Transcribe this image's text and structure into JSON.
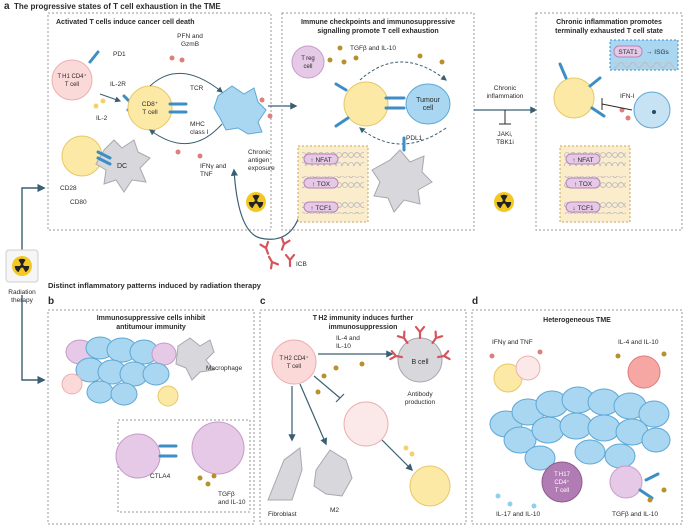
{
  "panel_a": {
    "letter": "a",
    "heading": "The progressive states of T cell exhaustion in the TME",
    "box1": {
      "title": "Activated T cells induce cancer cell death",
      "pd1": "PD1",
      "th1_line1": "T H1 CD4⁺",
      "th1_line2": "T cell",
      "il2r": "IL-2R",
      "il2": "IL-2",
      "cd8_line1": "CD8⁺",
      "cd8_line2": "T cell",
      "pfn_line1": "PFN and",
      "pfn_line2": "GzmB",
      "tcr": "TCR",
      "mhc_line1": "MHC",
      "mhc_line2": "class I",
      "ifng_line1": "IFNγ and",
      "ifng_line2": "TNF",
      "dc": "DC",
      "cd28": "CD28",
      "cd80": "CD80"
    },
    "chronic_antigen": [
      "Chronic",
      "antigen",
      "exposure"
    ],
    "icb": "ICB",
    "box2": {
      "title_line1": "Immune checkpoints and immunosuppressive",
      "title_line2": "signalling promote T cell exhaustion",
      "treg_line1": "T reg",
      "treg_line2": "cell",
      "tgfb": "TGFβ and IL-10",
      "tumour_line1": "Tumour",
      "tumour_line2": "cell",
      "pdl1": "PDL1",
      "nfat": "↑ NFAT",
      "tox": "↑ TOX",
      "tcf1": "↑ TCF1"
    },
    "chronic_inflammation": [
      "Chronic",
      "inflammation"
    ],
    "jaki": [
      "JAKi,",
      "TBK1i"
    ],
    "box3": {
      "title_line1": "Chronic inflammation promotes",
      "title_line2": "terminally exhausted T cell state",
      "stat1": "STAT1",
      "isgs": "→ ISGs",
      "ifni": "IFN-I",
      "nfat": "↑ NFAT",
      "tox": "↑ TOX",
      "tcf1": "↓ TCF1"
    }
  },
  "radiation": [
    "Radiation",
    "therapy"
  ],
  "section_b_heading": "Distinct inflammatory patterns induced by radiation therapy",
  "panel_b": {
    "letter": "b",
    "title_line1": "Immunosuppressive cells inhibit",
    "title_line2": "antitumour immunity",
    "macrophage": "Macrophage",
    "ctla4": "CTLA4",
    "tgfb_line1": "TGFβ",
    "tgfb_line2": "and IL-10"
  },
  "panel_c": {
    "letter": "c",
    "title_line1": "T H2 immunity induces further",
    "title_line2": "immunosuppression",
    "th2_line1": "T H2 CD4⁺",
    "th2_line2": "T cell",
    "il4_line1": "IL-4 and",
    "il4_line2": "IL-10",
    "bcell": "B cell",
    "antibody_line1": "Antibody",
    "antibody_line2": "production",
    "fibroblast": "Fibroblast",
    "m2": "M2"
  },
  "panel_d": {
    "letter": "d",
    "title": "Heterogeneous TME",
    "ifng": "IFNγ and TNF",
    "il4": "IL-4 and IL-10",
    "th17_line1": "T H17",
    "th17_line2": "CD4⁺",
    "th17_line3": "T cell",
    "il17": "IL-17 and IL-10",
    "tgfb": "TGFβ and IL-10"
  },
  "colors": {
    "tcell_yellow": "#fde9a6",
    "th1_pink": "#fbd9d8",
    "treg_purple": "#e6c9e6",
    "tumour_blue": "#a9d6f0",
    "receptor_blue": "#3e8ec6",
    "arrow_dark": "#3a5f73",
    "cytokine_gold": "#b8902c",
    "cytokine_red": "#e07d7d",
    "nucleus_box": "#fbeccb",
    "radiation_yellow": "#f3c824"
  }
}
